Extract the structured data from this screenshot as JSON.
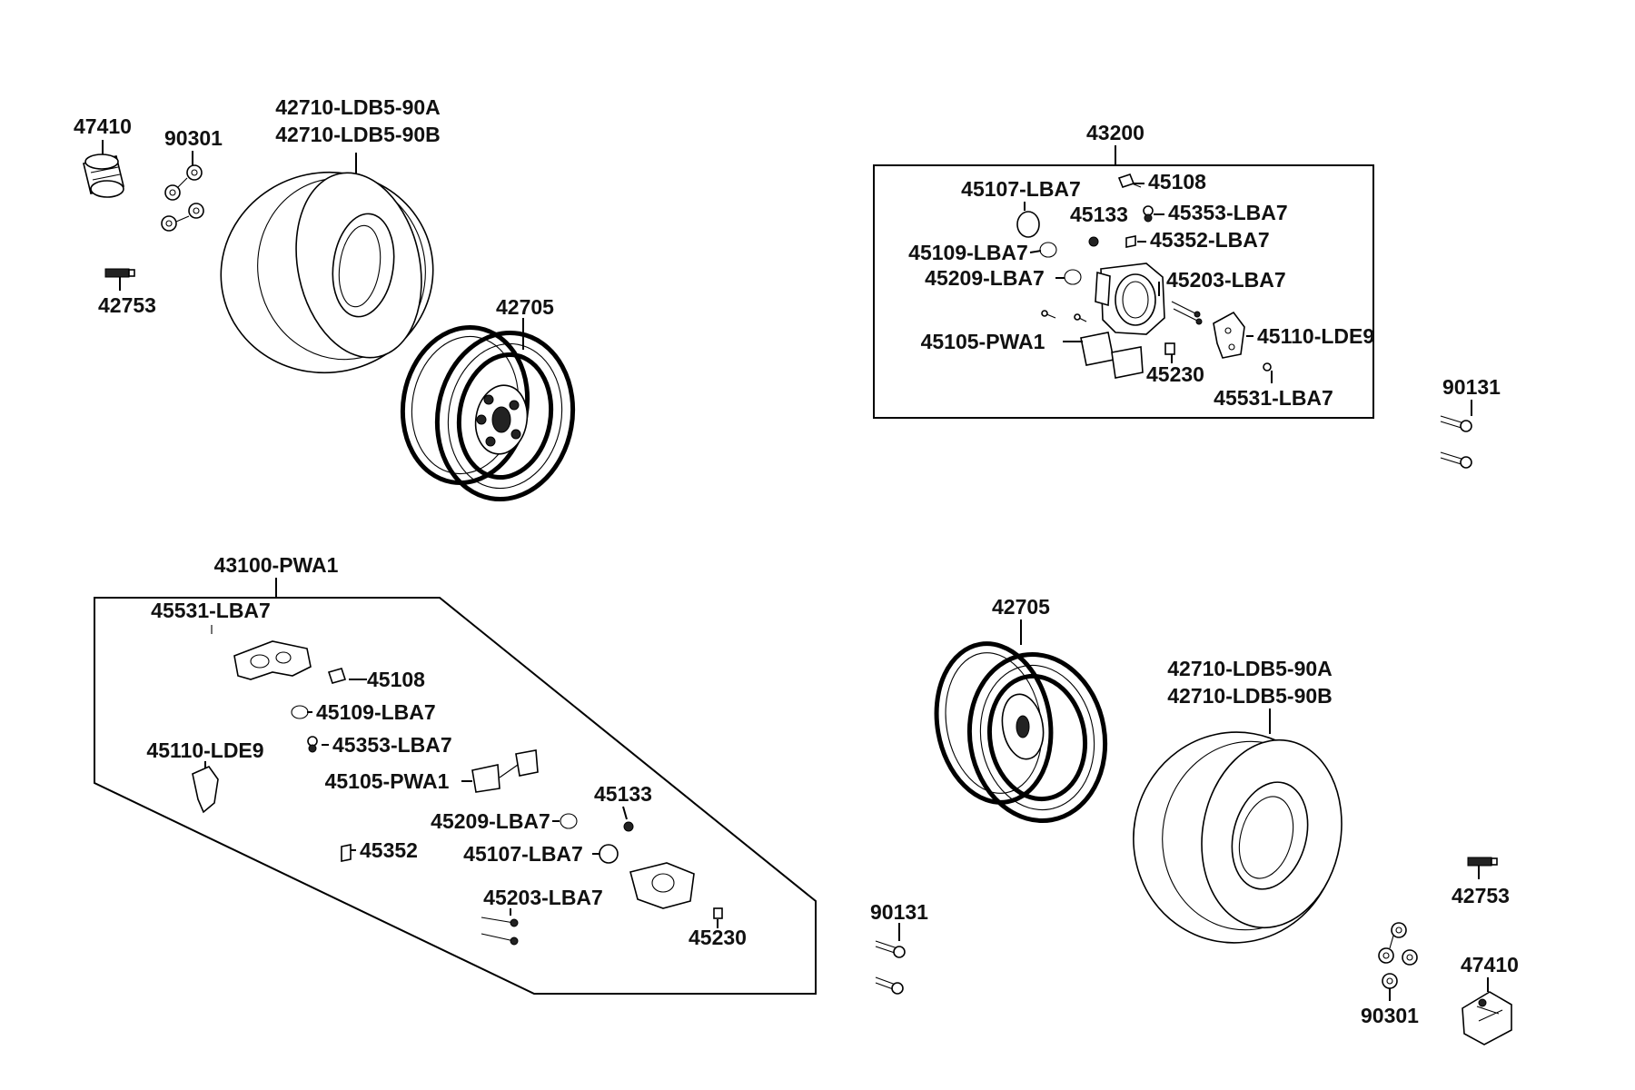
{
  "labels": {
    "a47410": "47410",
    "a90301": "90301",
    "a42710a": "42710-LDB5-90A",
    "a42710b": "42710-LDB5-90B",
    "a42753": "42753",
    "a42705": "42705",
    "b43200": "43200",
    "b45107": "45107-LBA7",
    "b45108": "45108",
    "b45133": "45133",
    "b45353": "45353-LBA7",
    "b45109": "45109-LBA7",
    "b45352": "45352-LBA7",
    "b45209": "45209-LBA7",
    "b45203": "45203-LBA7",
    "b45105": "45105-PWA1",
    "b45110": "45110-LDE9",
    "b45230": "45230",
    "b45531": "45531-LBA7",
    "b90131": "90131",
    "c43100": "43100-PWA1",
    "c45531": "45531-LBA7",
    "c45108": "45108",
    "c45109": "45109-LBA7",
    "c45110": "45110-LDE9",
    "c45353": "45353-LBA7",
    "c45105": "45105-PWA1",
    "c45133": "45133",
    "c45209": "45209-LBA7",
    "c45352": "45352",
    "c45107": "45107-LBA7",
    "c45203": "45203-LBA7",
    "c45230": "45230",
    "d42705": "42705",
    "d42710a": "42710-LDB5-90A",
    "d42710b": "42710-LDB5-90B",
    "d42753": "42753",
    "d90131": "90131",
    "d90301": "90301",
    "d47410": "47410"
  }
}
